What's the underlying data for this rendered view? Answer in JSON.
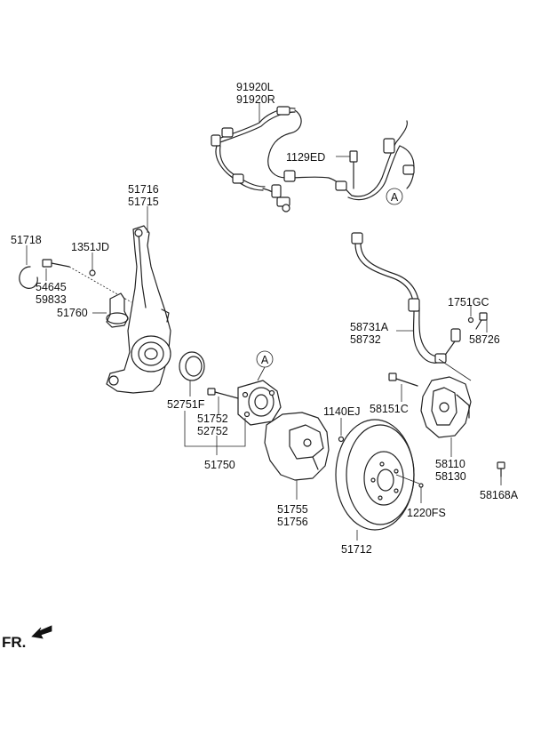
{
  "labels": {
    "p91920L": "91920L",
    "p91920R": "91920R",
    "p1129ED": "1129ED",
    "refA_top": "A",
    "p51716": "51716",
    "p51715": "51715",
    "p51718": "51718",
    "p1351JD": "1351JD",
    "p54645": "54645",
    "p59833": "59833",
    "p51760": "51760",
    "p58731A": "58731A",
    "p58732": "58732",
    "p1751GC": "1751GC",
    "p58726": "58726",
    "refA_mid": "A",
    "p52751F": "52751F",
    "p51752": "51752",
    "p52752": "52752",
    "p51750": "51750",
    "p1140EJ": "1140EJ",
    "p58151C": "58151C",
    "p58110": "58110",
    "p58130": "58130",
    "p58168A": "58168A",
    "p51755": "51755",
    "p51756": "51756",
    "p1220FS": "1220FS",
    "p51712": "51712",
    "fr": "FR."
  }
}
